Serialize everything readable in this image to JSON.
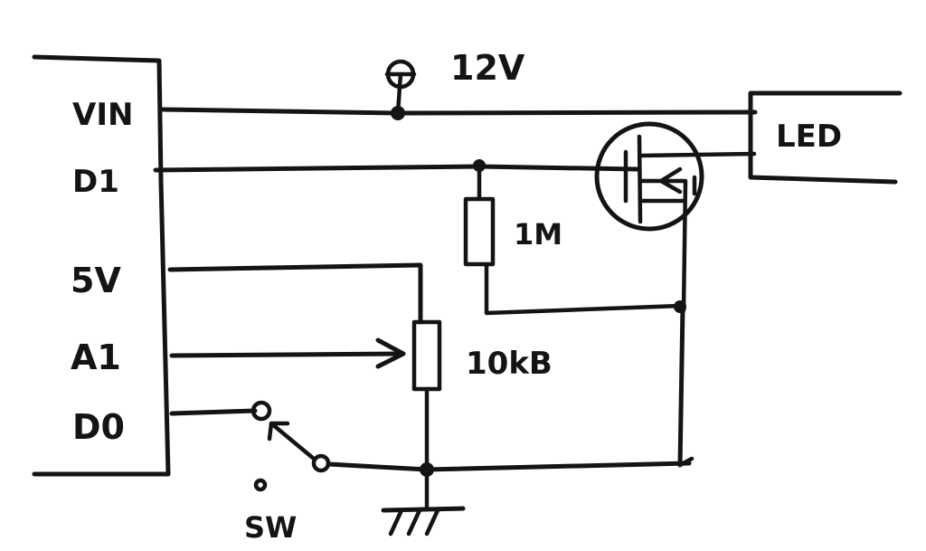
{
  "pins": {
    "vin": "VIN",
    "d1": "D1",
    "five_v": "5V",
    "a1": "A1",
    "d0": "D0"
  },
  "labels": {
    "supply": "12V",
    "led": "LED",
    "resistor": "1M",
    "potentiometer": "10kB",
    "switch": "SW"
  }
}
